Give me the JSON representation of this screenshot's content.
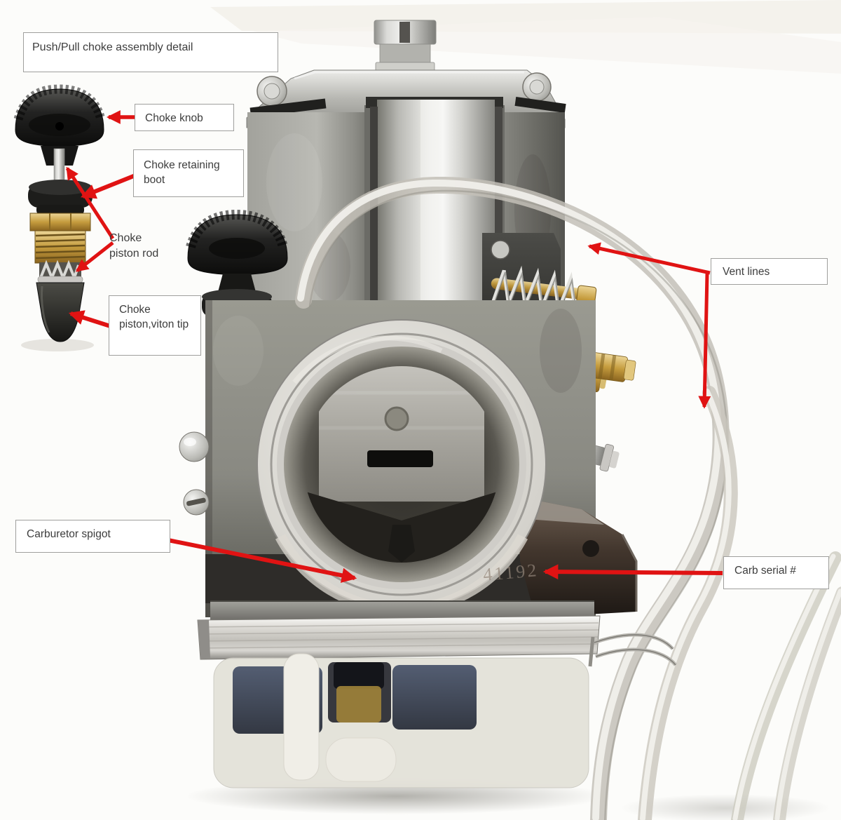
{
  "figure": {
    "type": "annotated-photo",
    "subject": "Carburetor front view with push/pull choke assembly detail",
    "detail_title": "Push/Pull choke assembly detail",
    "labels": {
      "choke_knob": "Choke knob",
      "choke_retaining_boot": "Choke retaining boot",
      "choke_piston_rod": "Choke piston rod",
      "choke_piston_viton_tip": "Choke piston,viton tip",
      "vent_lines": "Vent lines",
      "carburetor_spigot": "Carburetor spigot",
      "carb_serial": "Carb serial #"
    },
    "stamp": "41192",
    "colors": {
      "arrow": "#e01313",
      "label_border": "#9f9f9d",
      "label_bg": "#ffffff",
      "label_text": "#3d3d3d"
    }
  }
}
